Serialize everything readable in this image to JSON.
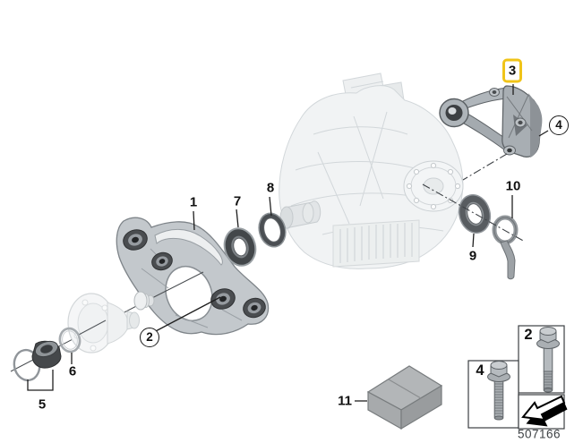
{
  "diagram": {
    "doc_number": "507166",
    "callouts": {
      "c1": "1",
      "c2": "2",
      "c3": "3",
      "c4": "4",
      "c5": "5",
      "c6": "6",
      "c7": "7",
      "c8": "8",
      "c9": "9",
      "c10": "10",
      "c11": "11"
    },
    "inset": {
      "bolt_top_label": "2",
      "bolt_bottom_label": "4"
    },
    "icons": {
      "direction_arrow": "install-direction-arrow"
    },
    "colors": {
      "highlight_yellow": "#F0C419",
      "callout_ink": "#1a1a1a",
      "part_dark": "#45484b",
      "part_mid": "#aab0b5",
      "part_light": "#c3c8cc",
      "ghost": "#f1f3f4",
      "doc_number_ink": "#3E4245"
    }
  }
}
